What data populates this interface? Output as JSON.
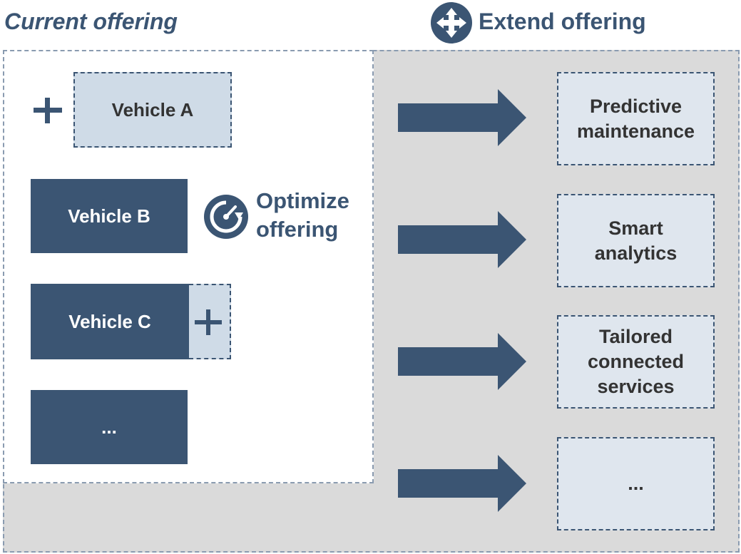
{
  "headings": {
    "current": "Current offering",
    "extend": "Extend offering",
    "optimize_line1": "Optimize",
    "optimize_line2": "offering"
  },
  "vehicles": {
    "a": "Vehicle A",
    "b": "Vehicle B",
    "c": "Vehicle C",
    "more": "..."
  },
  "services": [
    {
      "line1": "Predictive",
      "line2": "maintenance"
    },
    {
      "line1": "Smart",
      "line2": "analytics"
    },
    {
      "line1": "Tailored",
      "line2": "connected",
      "line3": "services"
    },
    {
      "line1": "..."
    }
  ],
  "icons": {
    "optimize": "gauge-refresh-icon",
    "extend": "move-arrows-icon",
    "add": "plus-icon",
    "arrow": "right-arrow-icon"
  },
  "colors": {
    "primary": "#3b5573",
    "light_box": "#cfdbe7",
    "service_box": "#dfe6ee",
    "extend_region": "#dadada"
  }
}
